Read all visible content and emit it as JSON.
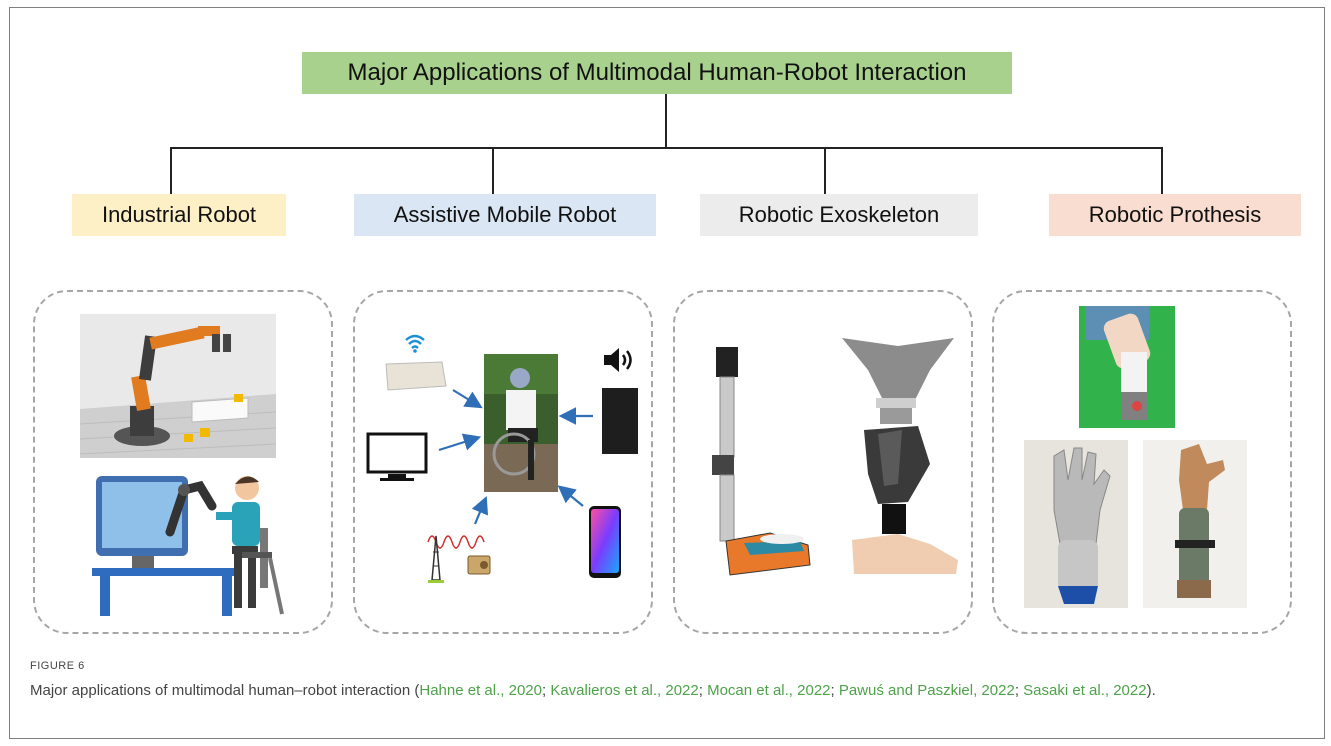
{
  "title": "Major Applications of Multimodal Human-Robot Interaction",
  "categories": [
    {
      "label": "Industrial Robot",
      "color": "#fdefc6"
    },
    {
      "label": "Assistive Mobile Robot",
      "color": "#dae6f3"
    },
    {
      "label": "Robotic Exoskeleton",
      "color": "#ececec"
    },
    {
      "label": "Robotic Prothesis",
      "color": "#f9ddd0"
    }
  ],
  "caption": {
    "label": "FIGURE 6",
    "text_start": "Major applications of multimodal human–robot interaction (",
    "citations": [
      "Hahne et al., 2020",
      "Kavalieros et al., 2022",
      "Mocan et al., 2022",
      "Pawuś and Paszkiel, 2022",
      "Sasaki et al., 2022"
    ],
    "separator": "; ",
    "text_end": ")."
  },
  "icons": [
    "wifi-icon",
    "speaker-icon",
    "tv-icon",
    "radio-tower-icon",
    "smartphone-icon"
  ]
}
